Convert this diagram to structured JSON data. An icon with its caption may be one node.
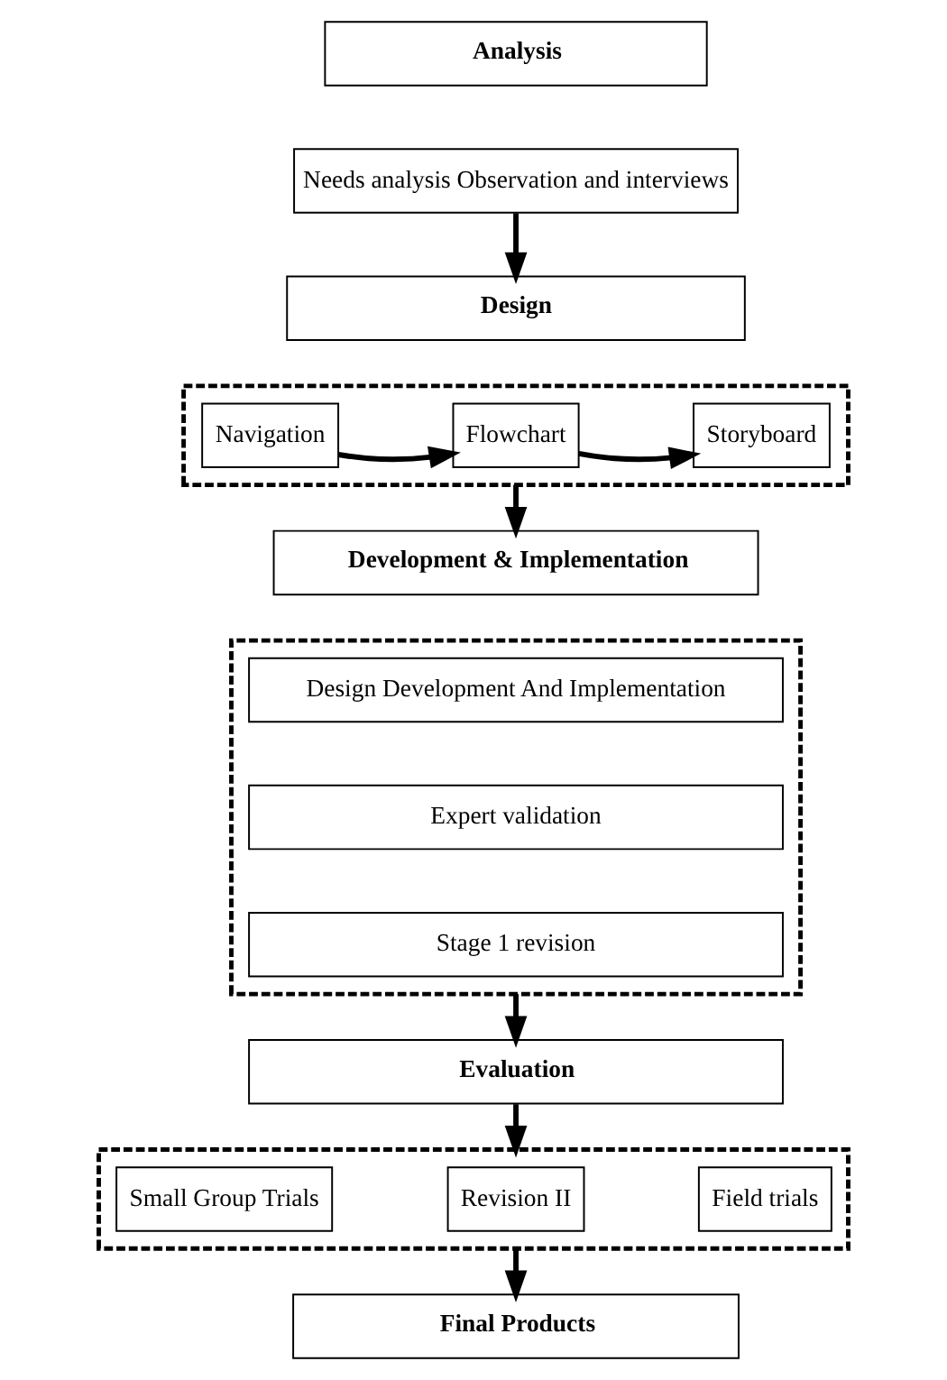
{
  "diagram": {
    "nodes": [
      {
        "text": [
          "Analysis"
        ]
      },
      {
        "text": [
          "Needs analysis Observation and interviews"
        ]
      },
      {
        "text": [
          "Design"
        ]
      },
      {
        "text": [],
        "shape": "box"
      },
      {
        "text": [
          "Navigation"
        ],
        "in": 3
      },
      {
        "text": [
          "Flowchart"
        ],
        "in": 3
      },
      {
        "text": [
          "Storyboard"
        ],
        "in": 3
      },
      {
        "text": [
          "Development & Implementation"
        ]
      },
      {
        "text": [],
        "shape": "box"
      },
      {
        "text": [
          "Design Development And Implementation"
        ],
        "in": 8
      },
      {
        "text": [
          "Expert validation"
        ],
        "in": 8
      },
      {
        "text": [
          "Stage 1 revision"
        ],
        "in": 8
      },
      {
        "text": [
          "Evaluation"
        ]
      },
      {
        "text": [],
        "shape": "box"
      },
      {
        "text": [
          "Small Group Trials"
        ],
        "in": 13
      },
      {
        "text": [
          "Revision II"
        ],
        "in": 13
      },
      {
        "text": [
          "Field trials"
        ],
        "in": 13
      },
      {
        "text": [
          "Final Products"
        ]
      }
    ],
    "edges": [
      {
        "from": 1,
        "to": 2,
        "arrow": "to"
      },
      {
        "from": 4,
        "to": 5,
        "arrow": "to"
      },
      {
        "from": 5,
        "to": 6,
        "arrow": "to"
      },
      {
        "from": 3,
        "to": 7,
        "arrow": "to"
      },
      {
        "from": 8,
        "to": 12,
        "arrow": "to"
      },
      {
        "from": 12,
        "to": 13,
        "arrow": "to"
      },
      {
        "from": 13,
        "to": 17,
        "arrow": "to"
      }
    ]
  }
}
